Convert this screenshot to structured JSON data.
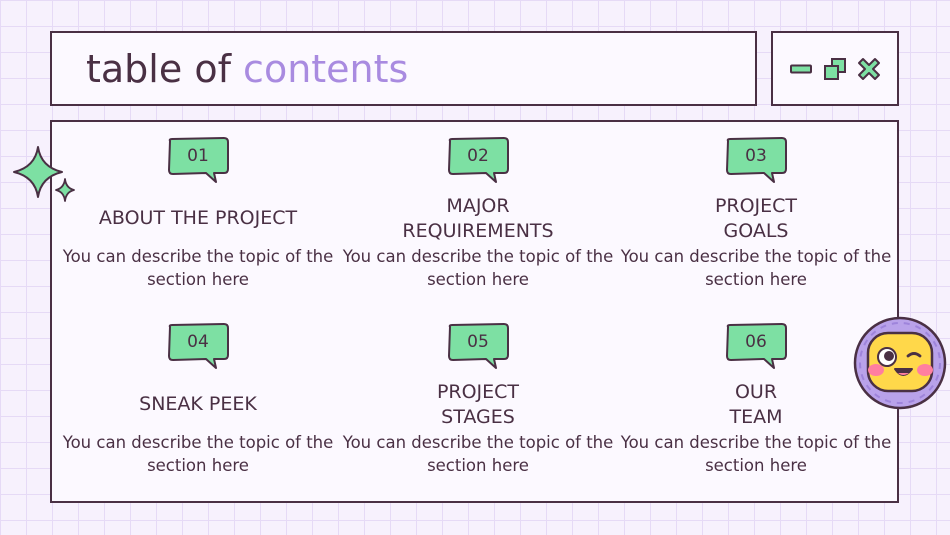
{
  "header": {
    "title_main": "table of",
    "title_accent": "contents"
  },
  "window_controls": {
    "minimize_icon": "minus-icon",
    "restore_icon": "restore-windows-icon",
    "close_icon": "x-close-icon"
  },
  "sections": [
    {
      "number": "01",
      "title": "ABOUT THE PROJECT",
      "description": "You can describe the topic of the section here"
    },
    {
      "number": "02",
      "title": "MAJOR\nREQUIREMENTS",
      "description": "You can describe the topic of the section here"
    },
    {
      "number": "03",
      "title": "PROJECT\nGOALS",
      "description": "You can describe the topic of the section here"
    },
    {
      "number": "04",
      "title": "SNEAK PEEK",
      "description": "You can describe the topic of the section here"
    },
    {
      "number": "05",
      "title": "PROJECT\nSTAGES",
      "description": "You can describe the topic of the section here"
    },
    {
      "number": "06",
      "title": "OUR\nTEAM",
      "description": "You can describe the topic of the section here"
    }
  ],
  "colors": {
    "accent_purple": "#a98be0",
    "badge_green": "#7de0a3",
    "outline": "#4a3044",
    "grid_background": "#f7f1fd"
  },
  "decorations": {
    "sparkle": "sparkle-icon",
    "mascot": "winking-emoji-mascot"
  }
}
